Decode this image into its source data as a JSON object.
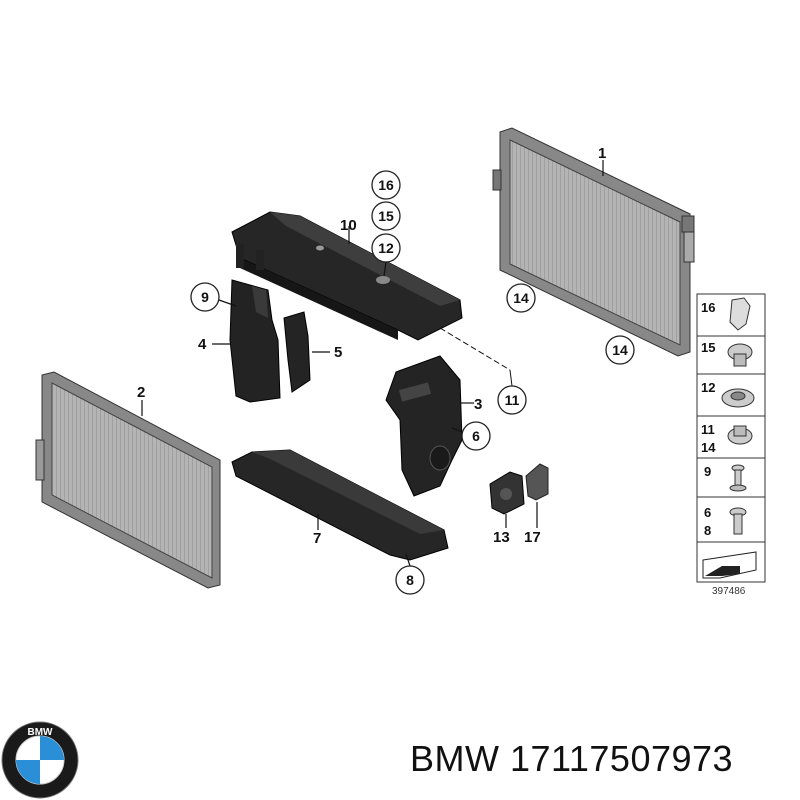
{
  "diagram": {
    "radiator_main_label": "1",
    "condenser_label": "2",
    "right_bracket_label": "3",
    "left_bracket_label": "4",
    "left_duct_label": "5",
    "circle_6": "6",
    "lower_panel_label": "7",
    "circle_8": "8",
    "circle_9": "9",
    "top_panel_label": "10",
    "circle_11": "11",
    "circle_12": "12",
    "bracket_13_label": "13",
    "circle_14a": "14",
    "circle_14b": "14",
    "circle_15": "15",
    "circle_16": "16",
    "bracket_17_label": "17",
    "ref_number": "397486",
    "legend": [
      {
        "a": "16",
        "b": ""
      },
      {
        "a": "15",
        "b": ""
      },
      {
        "a": "12",
        "b": ""
      },
      {
        "a": "11",
        "b": "14"
      },
      {
        "a": "9",
        "b": ""
      },
      {
        "a": "6",
        "b": "8"
      }
    ]
  },
  "footer": {
    "brand_text": "BMW 17117507973",
    "logo_letters": "BMW"
  },
  "colors": {
    "logo_blue": "#2a8fd6",
    "radiator_grey": "#a8a8a8",
    "plastic_dark": "#1e1e1e"
  },
  "icons": [
    "bmw-logo-icon"
  ]
}
